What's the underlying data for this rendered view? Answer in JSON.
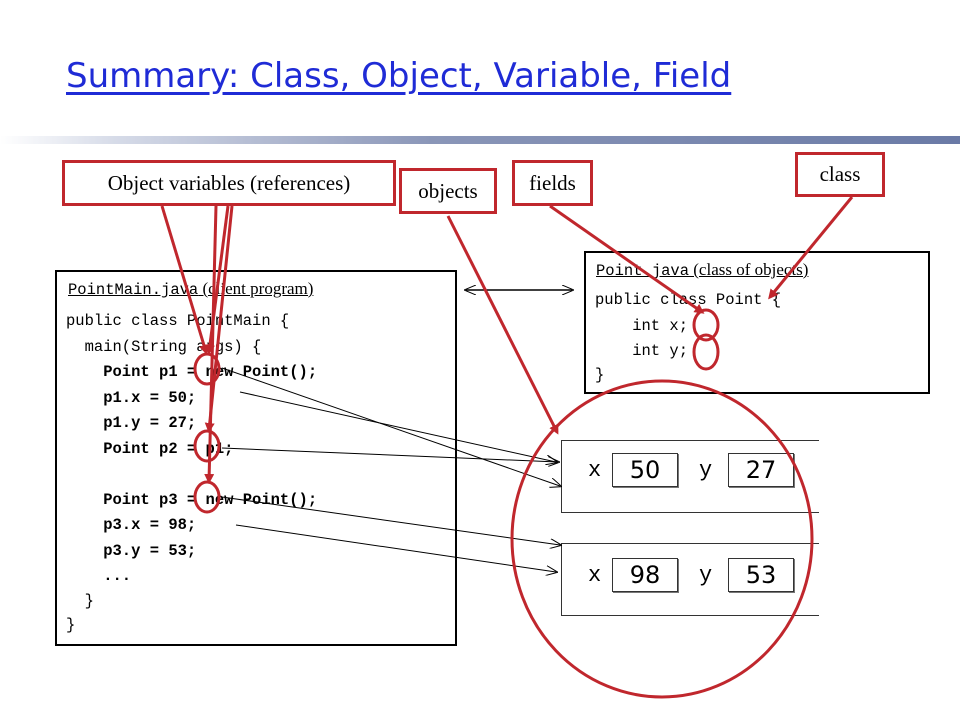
{
  "title": "Summary: Class, Object, Variable, Field",
  "labels": {
    "object_variables": "Object variables (references)",
    "objects": "objects",
    "fields": "fields",
    "class": "class"
  },
  "point_main": {
    "header_file": "PointMain.java",
    "header_desc": " (client program)",
    "lines": [
      "public class PointMain {",
      "  main(String args) {",
      "    Point p1 = new Point();",
      "    p1.x = 50;",
      "    p1.y = 27;",
      "    Point p2 = p1;",
      "",
      "    Point p3 = new Point();",
      "    p3.x = 98;",
      "    p3.y = 53;",
      "    ...",
      "  }",
      "}"
    ]
  },
  "point_class": {
    "header_file": "Point.java",
    "header_desc": " (class of objects)",
    "lines": [
      "public class Point {",
      "    int x;",
      "    int y;",
      "}"
    ]
  },
  "objects": [
    {
      "x_label": "x",
      "x_value": "50",
      "y_label": "y",
      "y_value": "27"
    },
    {
      "x_label": "x",
      "x_value": "98",
      "y_label": "y",
      "y_value": "53"
    }
  ],
  "colors": {
    "title": "#1f2bd6",
    "highlight": "#c0272d"
  }
}
